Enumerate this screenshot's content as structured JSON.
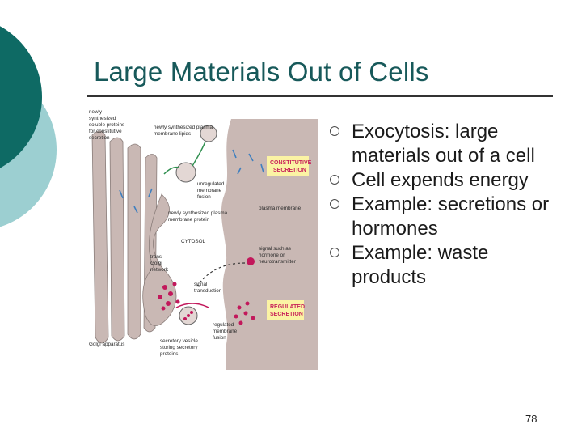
{
  "slide": {
    "title": "Large Materials Out of Cells",
    "page_number": "78",
    "colors": {
      "title": "#17595a",
      "deco_dark": "#0e6a64",
      "deco_light": "#9ccfd1"
    }
  },
  "bullets": [
    "Exocytosis: large materials out of a cell",
    "Cell expends energy",
    "Example: secretions or hormones",
    "Example: waste products"
  ],
  "figure": {
    "labels": {
      "newly_synth_soluble": [
        "newly",
        "synthesized",
        "soluble proteins",
        "for constitutive",
        "secretion"
      ],
      "newly_synth_lipids": [
        "newly synthesized plasma",
        "membrane lipids"
      ],
      "constitutive_secretion": [
        "CONSTITUTIVE",
        "SECRETION"
      ],
      "unregulated_fusion": [
        "unregulated",
        "membrane",
        "fusion"
      ],
      "newly_synth_protein": [
        "newly synthesized plasma",
        "membrane protein"
      ],
      "plasma_membrane": "plasma membrane",
      "cytosol": "CYTOSOL",
      "trans_golgi": [
        "trans",
        "Golgi",
        "network"
      ],
      "signal": [
        "signal such as",
        "hormone or",
        "neurotransmitter"
      ],
      "signal_transduction": [
        "signal",
        "transduction"
      ],
      "regulated_secretion": [
        "REGULATED",
        "SECRETION"
      ],
      "regulated_fusion": [
        "regulated",
        "membrane",
        "fusion"
      ],
      "secretory_vesicle": [
        "secretory vesicle",
        "storing secretory",
        "proteins"
      ],
      "golgi_apparatus": "Golgi apparatus"
    }
  }
}
